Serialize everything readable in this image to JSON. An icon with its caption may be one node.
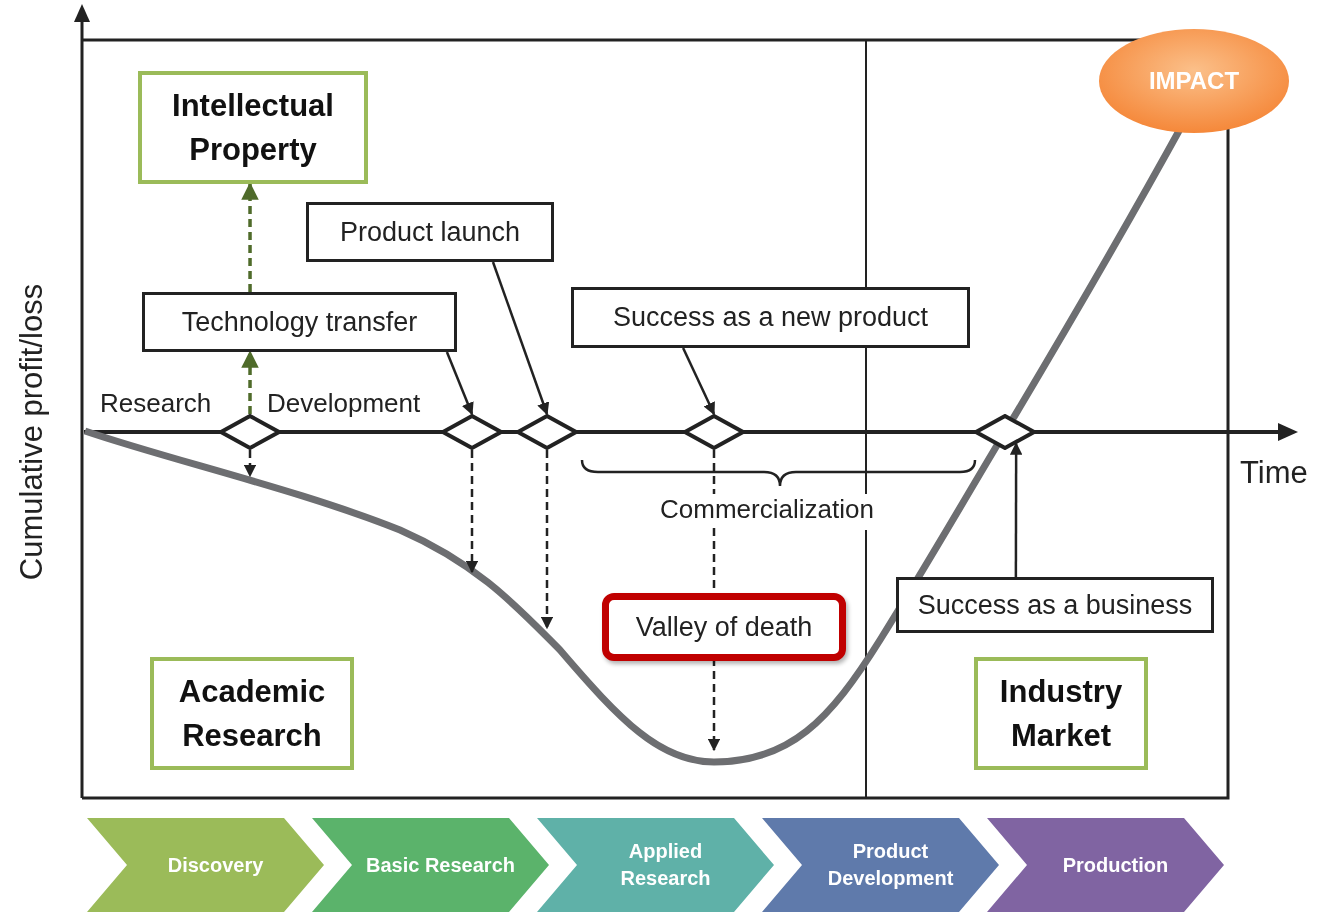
{
  "diagram": {
    "nodes": [
      {
        "text": [
          "Intellectual Property"
        ]
      },
      {
        "text": [
          "Product launch"
        ]
      },
      {
        "text": [
          "Technology transfer"
        ]
      },
      {
        "text": [
          "Success as a new product"
        ]
      },
      {
        "text": [],
        "shape": "diamond"
      },
      {
        "text": [],
        "shape": "diamond"
      },
      {
        "text": [],
        "shape": "diamond"
      },
      {
        "text": [],
        "shape": "diamond"
      },
      {
        "text": [],
        "shape": "diamond"
      },
      {
        "text": [
          "Valley of death"
        ]
      },
      {
        "text": [
          "Success as a business"
        ]
      },
      {
        "text": [
          "Academic Research"
        ]
      },
      {
        "text": [
          "Industry Market"
        ]
      },
      {
        "text": [
          "IMPACT"
        ]
      },
      {
        "text": [
          "Discovery"
        ]
      },
      {
        "text": [
          "Basic Research"
        ]
      },
      {
        "text": [
          "Applied Research"
        ]
      },
      {
        "text": [
          "Product Development"
        ]
      },
      {
        "text": [
          "Production"
        ]
      }
    ],
    "edges": [
      {
        "from": 4,
        "to": 2,
        "arrow": "to",
        "style": "dashed",
        "color": "#4f6b2a"
      },
      {
        "from": 2,
        "to": 0,
        "arrow": "to",
        "style": "dashed",
        "color": "#4f6b2a"
      },
      {
        "from": 2,
        "to": 5,
        "arrow": "to"
      },
      {
        "from": 1,
        "to": 6,
        "arrow": "to"
      },
      {
        "from": 3,
        "to": 7,
        "arrow": "to"
      },
      {
        "from": 10,
        "to": 8,
        "arrow": "to"
      },
      {
        "from": 4,
        "to": null,
        "arrow": "to",
        "style": "dashed"
      },
      {
        "from": 5,
        "to": null,
        "arrow": "to",
        "style": "dashed"
      },
      {
        "from": 6,
        "to": null,
        "arrow": "to",
        "style": "dashed"
      },
      {
        "from": 7,
        "to": null,
        "arrow": "to",
        "style": "dashed"
      }
    ],
    "labels": [
      "Research",
      "Development",
      "Commercialization",
      "Time",
      "Cumulative profit/loss"
    ]
  }
}
